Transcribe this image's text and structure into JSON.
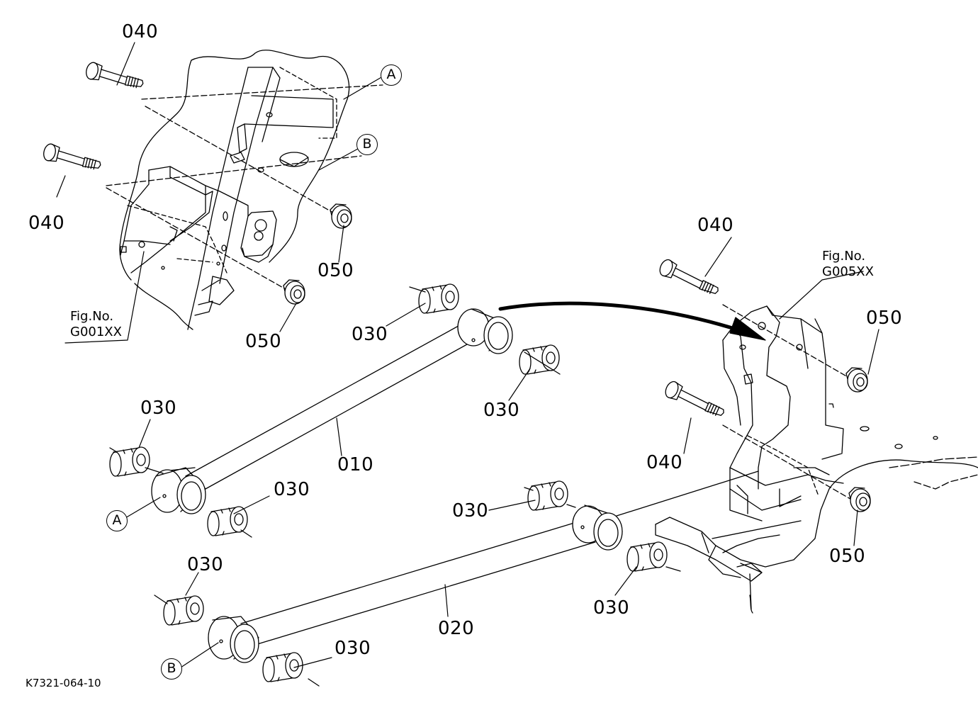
{
  "callouts": {
    "p040_a": "040",
    "p040_b": "040",
    "p040_c": "040",
    "p040_d": "040",
    "p050_a": "050",
    "p050_b": "050",
    "p050_c": "050",
    "p050_d": "050",
    "p030_a": "030",
    "p030_b": "030",
    "p030_c": "030",
    "p030_d": "030",
    "p030_e": "030",
    "p030_f": "030",
    "p030_g": "030",
    "p030_h": "030",
    "p010": "010",
    "p020": "020"
  },
  "refs": {
    "a_top": "A",
    "b_top": "B",
    "a_bottom": "A",
    "b_bottom": "B"
  },
  "figures": {
    "left": {
      "line1": "Fig.No.",
      "line2": "G001XX"
    },
    "right": {
      "line1": "Fig.No.",
      "line2": "G005XX"
    }
  },
  "diagram_code": "K7321-064-10"
}
